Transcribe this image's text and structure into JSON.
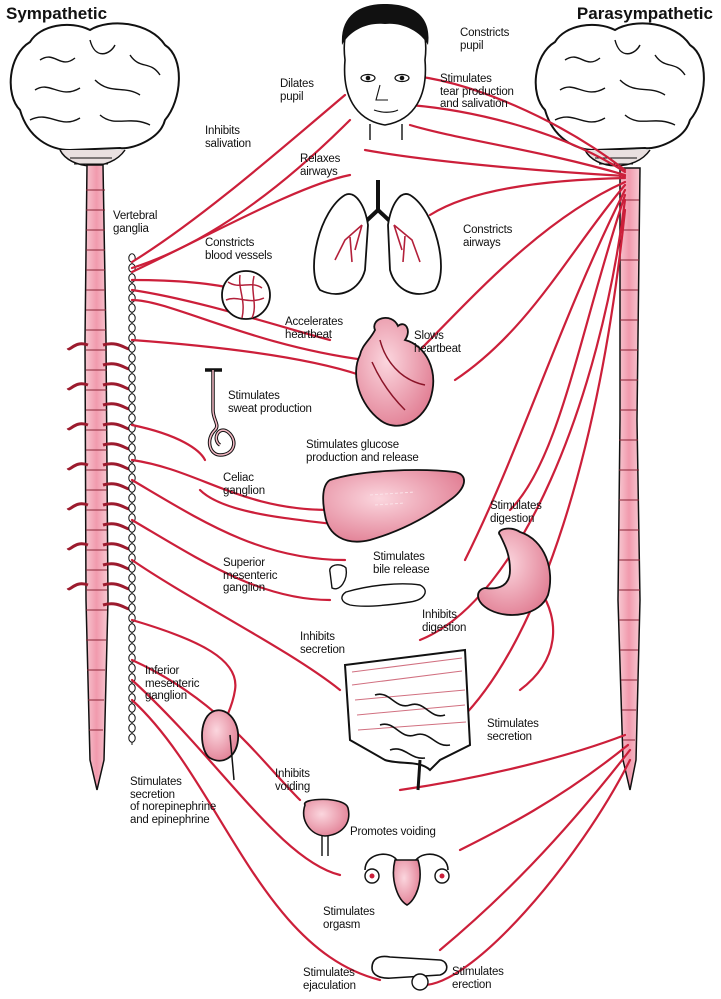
{
  "headings": {
    "left": "Sympathetic",
    "right": "Parasympathetic"
  },
  "labels": {
    "constricts_pupil": "Constricts\npupil",
    "dilates_pupil": "Dilates\npupil",
    "stimulates_tear": "Stimulates\ntear production\nand salivation",
    "inhibits_salivation": "Inhibits\nsalivation",
    "relaxes_airways": "Relaxes\nairways",
    "vertebral_ganglia": "Vertebral\nganglia",
    "constricts_airways": "Constricts\nairways",
    "constricts_blood_vessels": "Constricts\nblood vessels",
    "accelerates_heartbeat": "Accelerates\nheartbeat",
    "slows_heartbeat": "Slows\nheartbeat",
    "stimulates_sweat": "Stimulates\nsweat production",
    "stimulates_glucose": "Stimulates glucose\nproduction and release",
    "celiac_ganglion": "Celiac\nganglion",
    "stimulates_digestion": "Stimulates\ndigestion",
    "superior_mesenteric": "Superior\nmesenteric\nganglion",
    "stimulates_bile": "Stimulates\nbile release",
    "inhibits_digestion": "Inhibits\ndigestion",
    "inhibits_secretion": "Inhibits\nsecretion",
    "inferior_mesenteric": "Inferior\nmesenteric\nganglion",
    "stimulates_secretion": "Stimulates\nsecretion",
    "stimulates_norepinephrine": "Stimulates\nsecretion\nof norepinephrine\nand epinephrine",
    "inhibits_voiding": "Inhibits\nvoiding",
    "promotes_voiding": "Promotes voiding",
    "stimulates_orgasm": "Stimulates\norgasm",
    "stimulates_ejaculation": "Stimulates\nejaculation",
    "stimulates_erection": "Stimulates\nerection"
  },
  "colors": {
    "nerve": "#cc1f3a",
    "tissue": "#f4b8c4",
    "organ": "#e88da0",
    "outline": "#111111"
  }
}
